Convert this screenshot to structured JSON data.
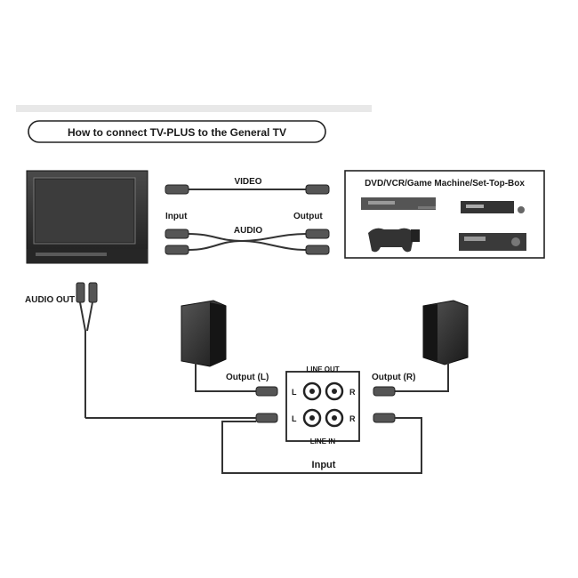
{
  "title": "How to connect TV-PLUS to the General TV",
  "labels": {
    "video": "VIDEO",
    "audio": "AUDIO",
    "input_left": "Input",
    "output_right": "Output",
    "device_box": "DVD/VCR/Game Machine/Set-Top-Box",
    "audio_out": "AUDIO OUT",
    "output_l": "Output (L)",
    "output_r": "Output (R)",
    "line_out": "LINE OUT",
    "line_in": "LINE IN",
    "jack_l_top": "L",
    "jack_r_top": "R",
    "jack_l_bottom": "L",
    "jack_r_bottom": "R",
    "input_bottom": "Input"
  },
  "colors": {
    "line": "#2a2a2a",
    "plug": "#555555",
    "speaker": "#2b2b2b",
    "tv_body": "#3a3a3a"
  }
}
